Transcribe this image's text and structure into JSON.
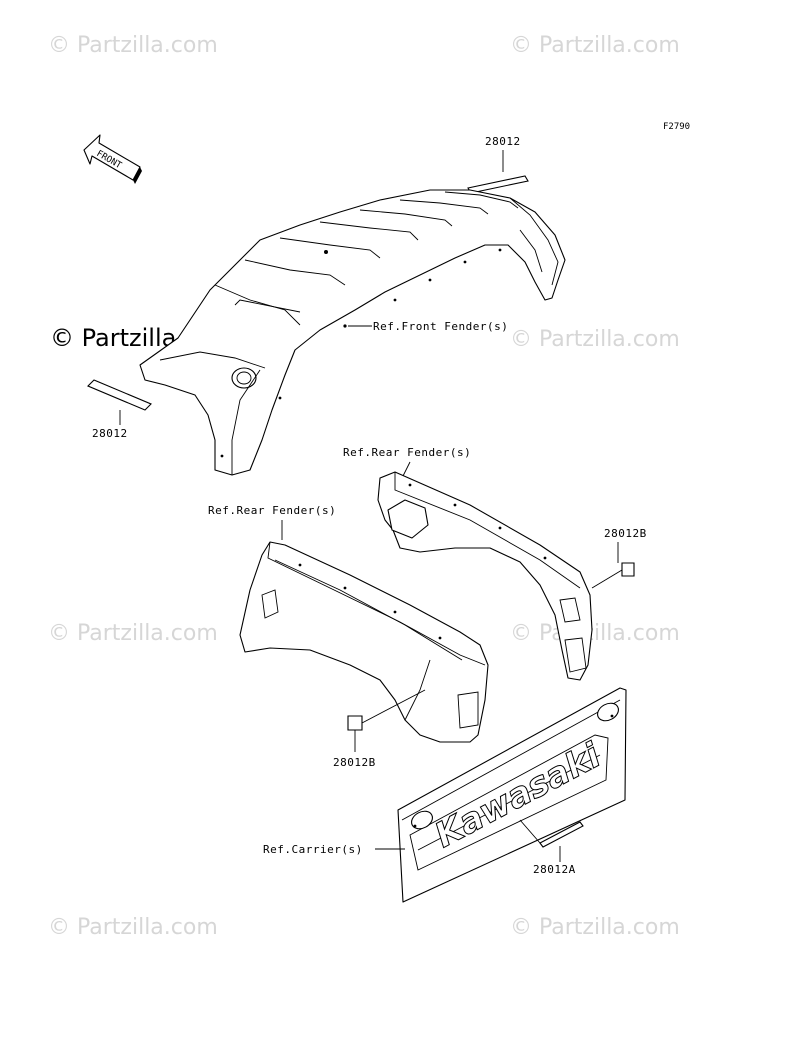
{
  "watermarks": {
    "top_left": "© Partzilla.com",
    "top_right": "© Partzilla.com",
    "center_bold": "© Partzilla.com",
    "center_right": "© Partzilla.com",
    "mid_left": "© Partzilla.com",
    "mid_right": "© Partzilla.com",
    "bottom_left": "© Partzilla.com",
    "bottom_right": "© Partzilla.com"
  },
  "figure_code": "F2790",
  "front_arrow": "FRONT",
  "brand_text": "Kawasaki",
  "labels": {
    "top_decal": "28012",
    "left_decal": "28012",
    "front_fender_ref": "Ref.Front Fender(s)",
    "rear_fender_ref_right": "Ref.Rear Fender(s)",
    "rear_fender_ref_left": "Ref.Rear Fender(s)",
    "right_decal": "28012B",
    "left_rear_decal": "28012B",
    "carrier_ref": "Ref.Carrier(s)",
    "carrier_decal": "28012A"
  }
}
